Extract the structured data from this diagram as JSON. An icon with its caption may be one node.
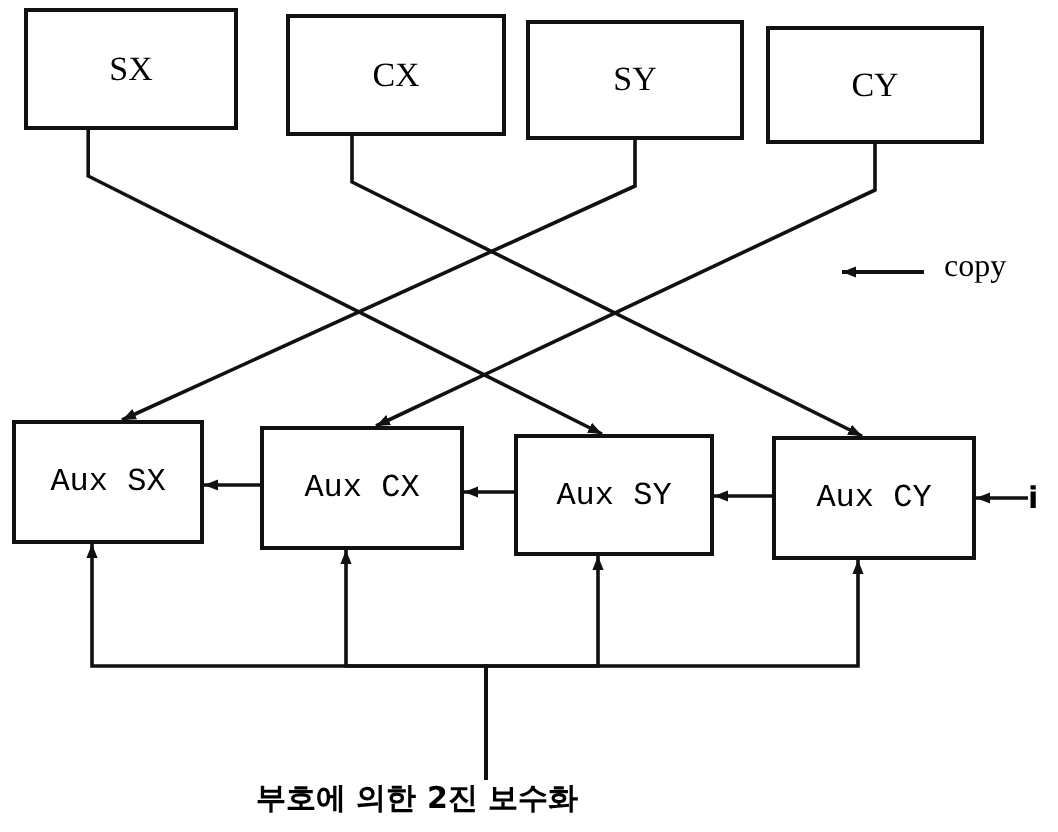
{
  "diagram": {
    "nodes": [
      {
        "text": [
          "SX"
        ]
      },
      {
        "text": [
          "CX"
        ]
      },
      {
        "text": [
          "SY"
        ]
      },
      {
        "text": [
          "CY"
        ]
      },
      {
        "text": [
          "Aux SX"
        ]
      },
      {
        "text": [
          "Aux CX"
        ]
      },
      {
        "text": [
          "Aux SY"
        ]
      },
      {
        "text": [
          "Aux CY"
        ]
      },
      {
        "text": [
          "부호에 의한 2진 보수화"
        ]
      },
      {
        "text": [
          "i"
        ]
      }
    ],
    "edges": [
      {
        "from": 0,
        "to": 6,
        "arrow": "to"
      },
      {
        "from": 1,
        "to": 7,
        "arrow": "to"
      },
      {
        "from": 2,
        "to": 4,
        "arrow": "to"
      },
      {
        "from": 3,
        "to": 5,
        "arrow": "to"
      },
      {
        "from": 5,
        "to": 4,
        "arrow": "to"
      },
      {
        "from": 6,
        "to": 5,
        "arrow": "to"
      },
      {
        "from": 7,
        "to": 6,
        "arrow": "to"
      },
      {
        "from": 9,
        "to": 7,
        "arrow": "to"
      },
      {
        "from": 8,
        "to": 4,
        "arrow": "to"
      },
      {
        "from": 8,
        "to": 5,
        "arrow": "to"
      },
      {
        "from": 8,
        "to": 6,
        "arrow": "to"
      },
      {
        "from": 8,
        "to": 7,
        "arrow": "to"
      }
    ],
    "legend": [
      {
        "text": "copy"
      }
    ]
  }
}
